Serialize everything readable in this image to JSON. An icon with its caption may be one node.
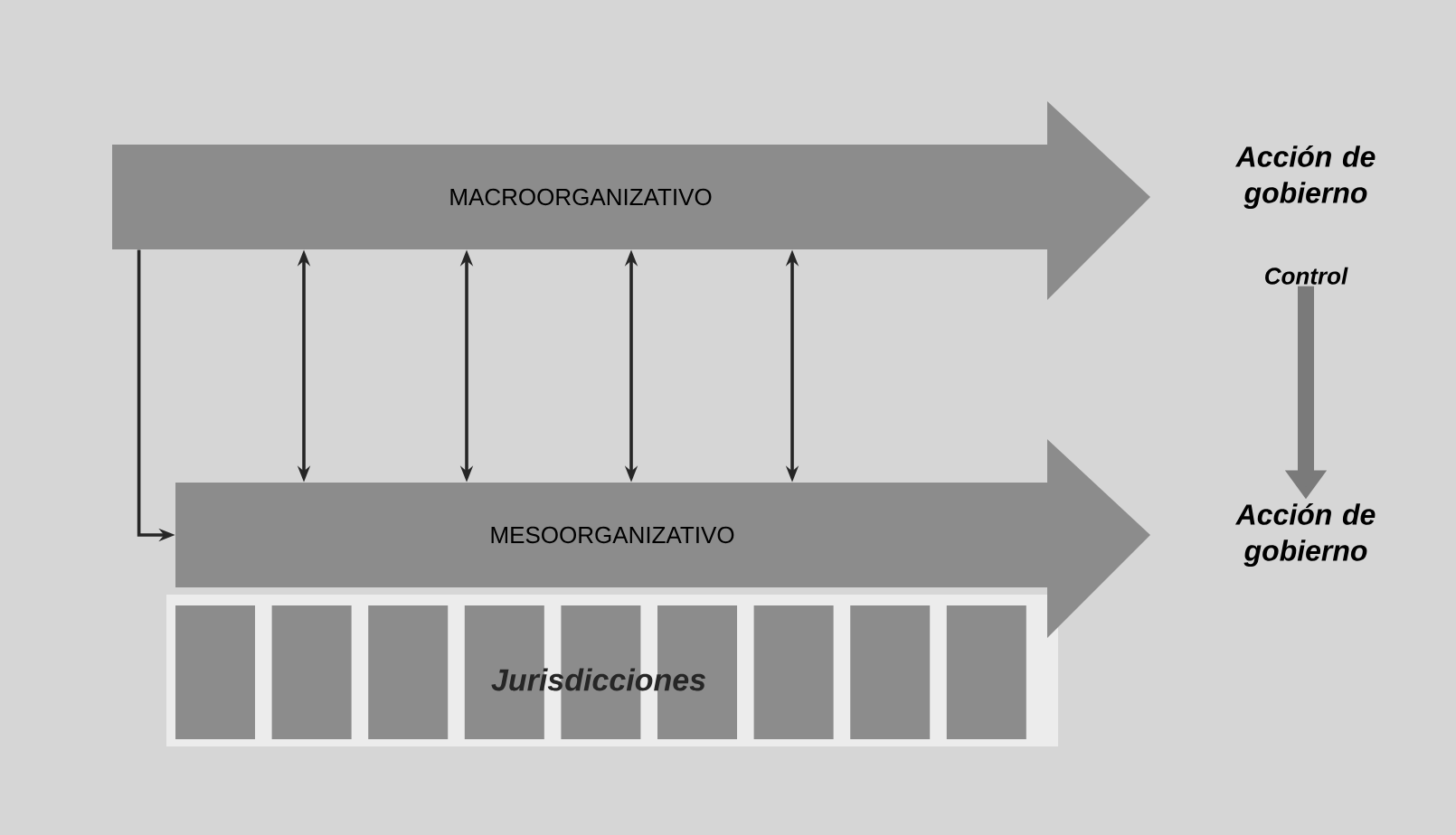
{
  "diagram": {
    "nodes": [
      {
        "text": [
          "MACROORGANIZATIVO"
        ]
      },
      {
        "text": [
          "Acción de gobierno"
        ]
      },
      {
        "text": [
          "MESOORGANIZATIVO"
        ]
      },
      {
        "text": [
          "Acción de gobierno"
        ]
      },
      {
        "text": [],
        "shape": "box"
      },
      {
        "text": [],
        "shape": "box"
      },
      {
        "text": [],
        "shape": "box"
      },
      {
        "text": [],
        "shape": "box"
      },
      {
        "text": [],
        "shape": "box"
      },
      {
        "text": [],
        "shape": "box"
      },
      {
        "text": [],
        "shape": "box"
      },
      {
        "text": [],
        "shape": "box"
      },
      {
        "text": [],
        "shape": "box"
      }
    ],
    "edges": [
      {
        "from": 0,
        "to": 2,
        "arrow": "to"
      },
      {
        "from": 0,
        "to": 2,
        "arrow": "both"
      },
      {
        "from": 0,
        "to": 2,
        "arrow": "both"
      },
      {
        "from": 0,
        "to": 2,
        "arrow": "both"
      },
      {
        "from": 0,
        "to": 2,
        "arrow": "both"
      },
      {
        "from": 1,
        "to": 3,
        "arrow": "to",
        "label": "Control",
        "style": "thick",
        "color": "#7a7a7a"
      }
    ],
    "labels": [
      "Jurisdicciones"
    ]
  }
}
